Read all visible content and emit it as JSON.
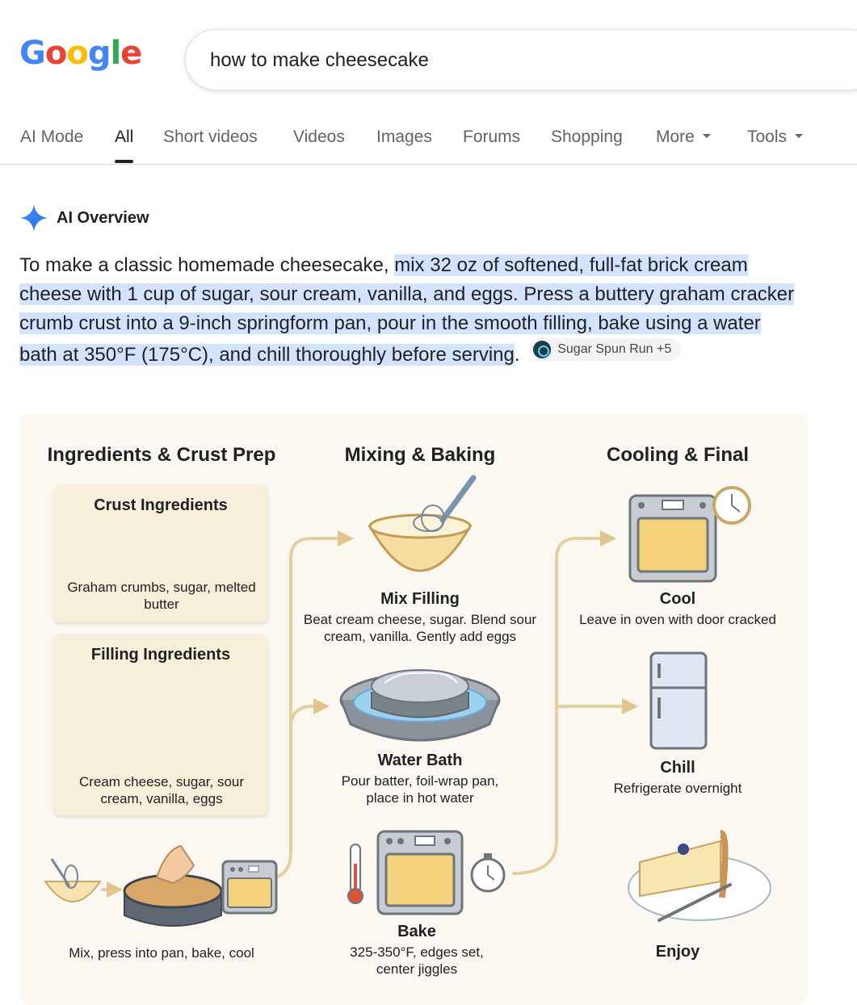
{
  "logo": {
    "letters": [
      "G",
      "o",
      "o",
      "g",
      "l",
      "e"
    ],
    "colors": [
      "#4285F4",
      "#EA4335",
      "#FBBC05",
      "#4285F4",
      "#34A853",
      "#EA4335"
    ]
  },
  "search": {
    "value": "how to make cheesecake"
  },
  "tabs": [
    {
      "label": "AI Mode"
    },
    {
      "label": "All"
    },
    {
      "label": "Short videos"
    },
    {
      "label": "Videos"
    },
    {
      "label": "Images"
    },
    {
      "label": "Forums"
    },
    {
      "label": "Shopping"
    },
    {
      "label": "More"
    },
    {
      "label": "Tools"
    }
  ],
  "ai_overview": {
    "title": "AI Overview",
    "intro": "To make a classic homemade cheesecake, ",
    "highlight": "mix 32 oz of softened, full-fat brick cream cheese with 1 cup of sugar, sour cream, vanilla, and eggs. Press a buttery graham cracker crumb crust into a 9-inch springform pan, pour in the smooth filling, bake using a water bath at 350°F (175°C), and chill thoroughly before serving",
    "end": ".",
    "source": "Sugar Spun Run +5"
  },
  "infographic": {
    "columns": [
      "Ingredients & Crust Prep",
      "Mixing & Baking",
      "Cooling & Final"
    ],
    "crust_card": {
      "title": "Crust Ingredients",
      "text": "Graham crumbs, sugar, melted butter"
    },
    "filling_card": {
      "title": "Filling Ingredients",
      "text": "Cream cheese, sugar, sour cream, vanilla, eggs"
    },
    "crust_step": {
      "text": "Mix, press into pan, bake, cool"
    },
    "mix": {
      "title": "Mix Filling",
      "text": "Beat cream cheese, sugar. Blend sour cream, vanilla. Gently add eggs"
    },
    "water_bath": {
      "title": "Water Bath",
      "text": "Pour batter, foil-wrap pan, place in hot water"
    },
    "bake": {
      "title": "Bake",
      "text": "325-350°F, edges set, center jiggles"
    },
    "cool": {
      "title": "Cool",
      "text": "Leave in oven with door cracked"
    },
    "chill": {
      "title": "Chill",
      "text": "Refrigerate overnight"
    },
    "enjoy": {
      "title": "Enjoy"
    }
  },
  "colors": {
    "highlight": "#d3e3fd",
    "panel": "#fbf8f1",
    "card": "#f8efdb",
    "arrow": "#e6cf9e"
  },
  "icons": [
    "ai-sparkle-icon",
    "source-favicon-icon",
    "bowl-icon",
    "spoon-icon",
    "butter-icon",
    "cream-cheese-icon",
    "measuring-cup-icon",
    "sour-cream-icon",
    "vanilla-icon",
    "eggs-icon",
    "whisk-bowl-icon",
    "springform-pan-icon",
    "oven-icon",
    "thermometer-icon",
    "timer-icon",
    "clock-icon",
    "fridge-icon",
    "cheesecake-slice-icon"
  ]
}
